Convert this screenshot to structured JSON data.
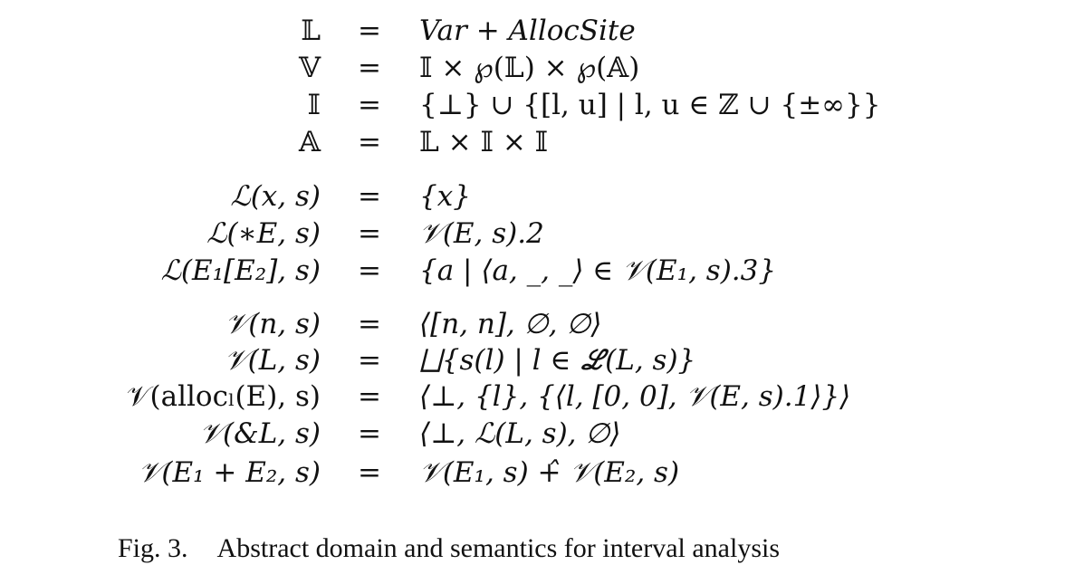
{
  "equations": [
    {
      "lhs": "𝕃",
      "rel": "=",
      "rhs": "Var + AllocSite"
    },
    {
      "lhs": "𝕍",
      "rel": "=",
      "rhs": "𝕀 × ℘(𝕃) × ℘(𝔸)"
    },
    {
      "lhs": "𝕀",
      "rel": "=",
      "rhs": "{⊥} ∪ {[l, u] | l, u ∈ ℤ ∪ {±∞}}"
    },
    {
      "lhs": "𝔸",
      "rel": "=",
      "rhs": "𝕃 × 𝕀 × 𝕀"
    },
    {
      "lhs": "ℒ(x, s)",
      "rel": "=",
      "rhs": "{x}"
    },
    {
      "lhs": "ℒ(∗E, s)",
      "rel": "=",
      "rhs": "𝒱(E, s).2"
    },
    {
      "lhs": "ℒ(E₁[E₂], s)",
      "rel": "=",
      "rhs": "{a | ⟨a, _, _⟩ ∈ 𝒱(E₁, s).3}"
    },
    {
      "lhs": "𝒱(n, s)",
      "rel": "=",
      "rhs": "⟨[n, n], ∅, ∅⟩"
    },
    {
      "lhs": "𝒱(L, s)",
      "rel": "=",
      "rhs": "⨆{s(l) | l ∈ ℒ(L, s)}"
    },
    {
      "lhs": "𝒱(allocₗ(E), s)",
      "rel": "=",
      "rhs": "⟨⊥, {l}, {⟨l, [0, 0], 𝒱(E, s).1⟩}⟩"
    },
    {
      "lhs": "𝒱(&L, s)",
      "rel": "=",
      "rhs": "⟨⊥, ℒ(L, s), ∅⟩"
    },
    {
      "lhs": "𝒱(E₁ + E₂, s)",
      "rel": "=",
      "rhs": "𝒱(E₁, s) +̂ 𝒱(E₂, s)"
    }
  ],
  "caption": {
    "label": "Fig. 3.",
    "text": "Abstract domain and semantics for interval analysis"
  }
}
